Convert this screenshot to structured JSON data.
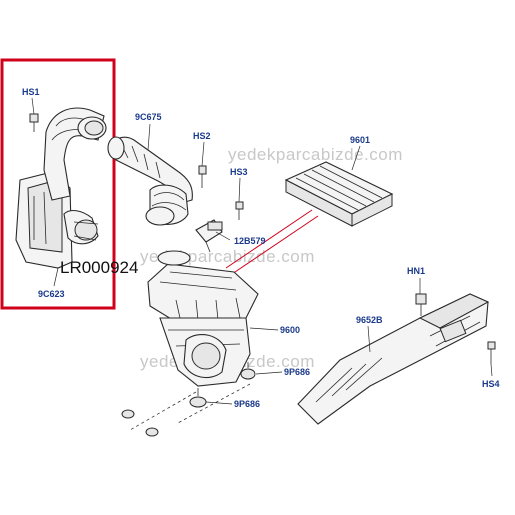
{
  "highlight_color": "#d0021b",
  "label_color": "#1a3a8a",
  "part_number": "LR000924",
  "watermark": "yedekparcabizde.com",
  "callouts": {
    "hs1": "HS1",
    "c9c675": "9C675",
    "hs2": "HS2",
    "c9601": "9601",
    "hs3": "HS3",
    "c12b579": "12B579",
    "c9c623": "9C623",
    "hn1": "HN1",
    "c9600": "9600",
    "c9652b": "9652B",
    "c9p686a": "9P686",
    "c9p686b": "9P686",
    "hs4": "HS4"
  }
}
